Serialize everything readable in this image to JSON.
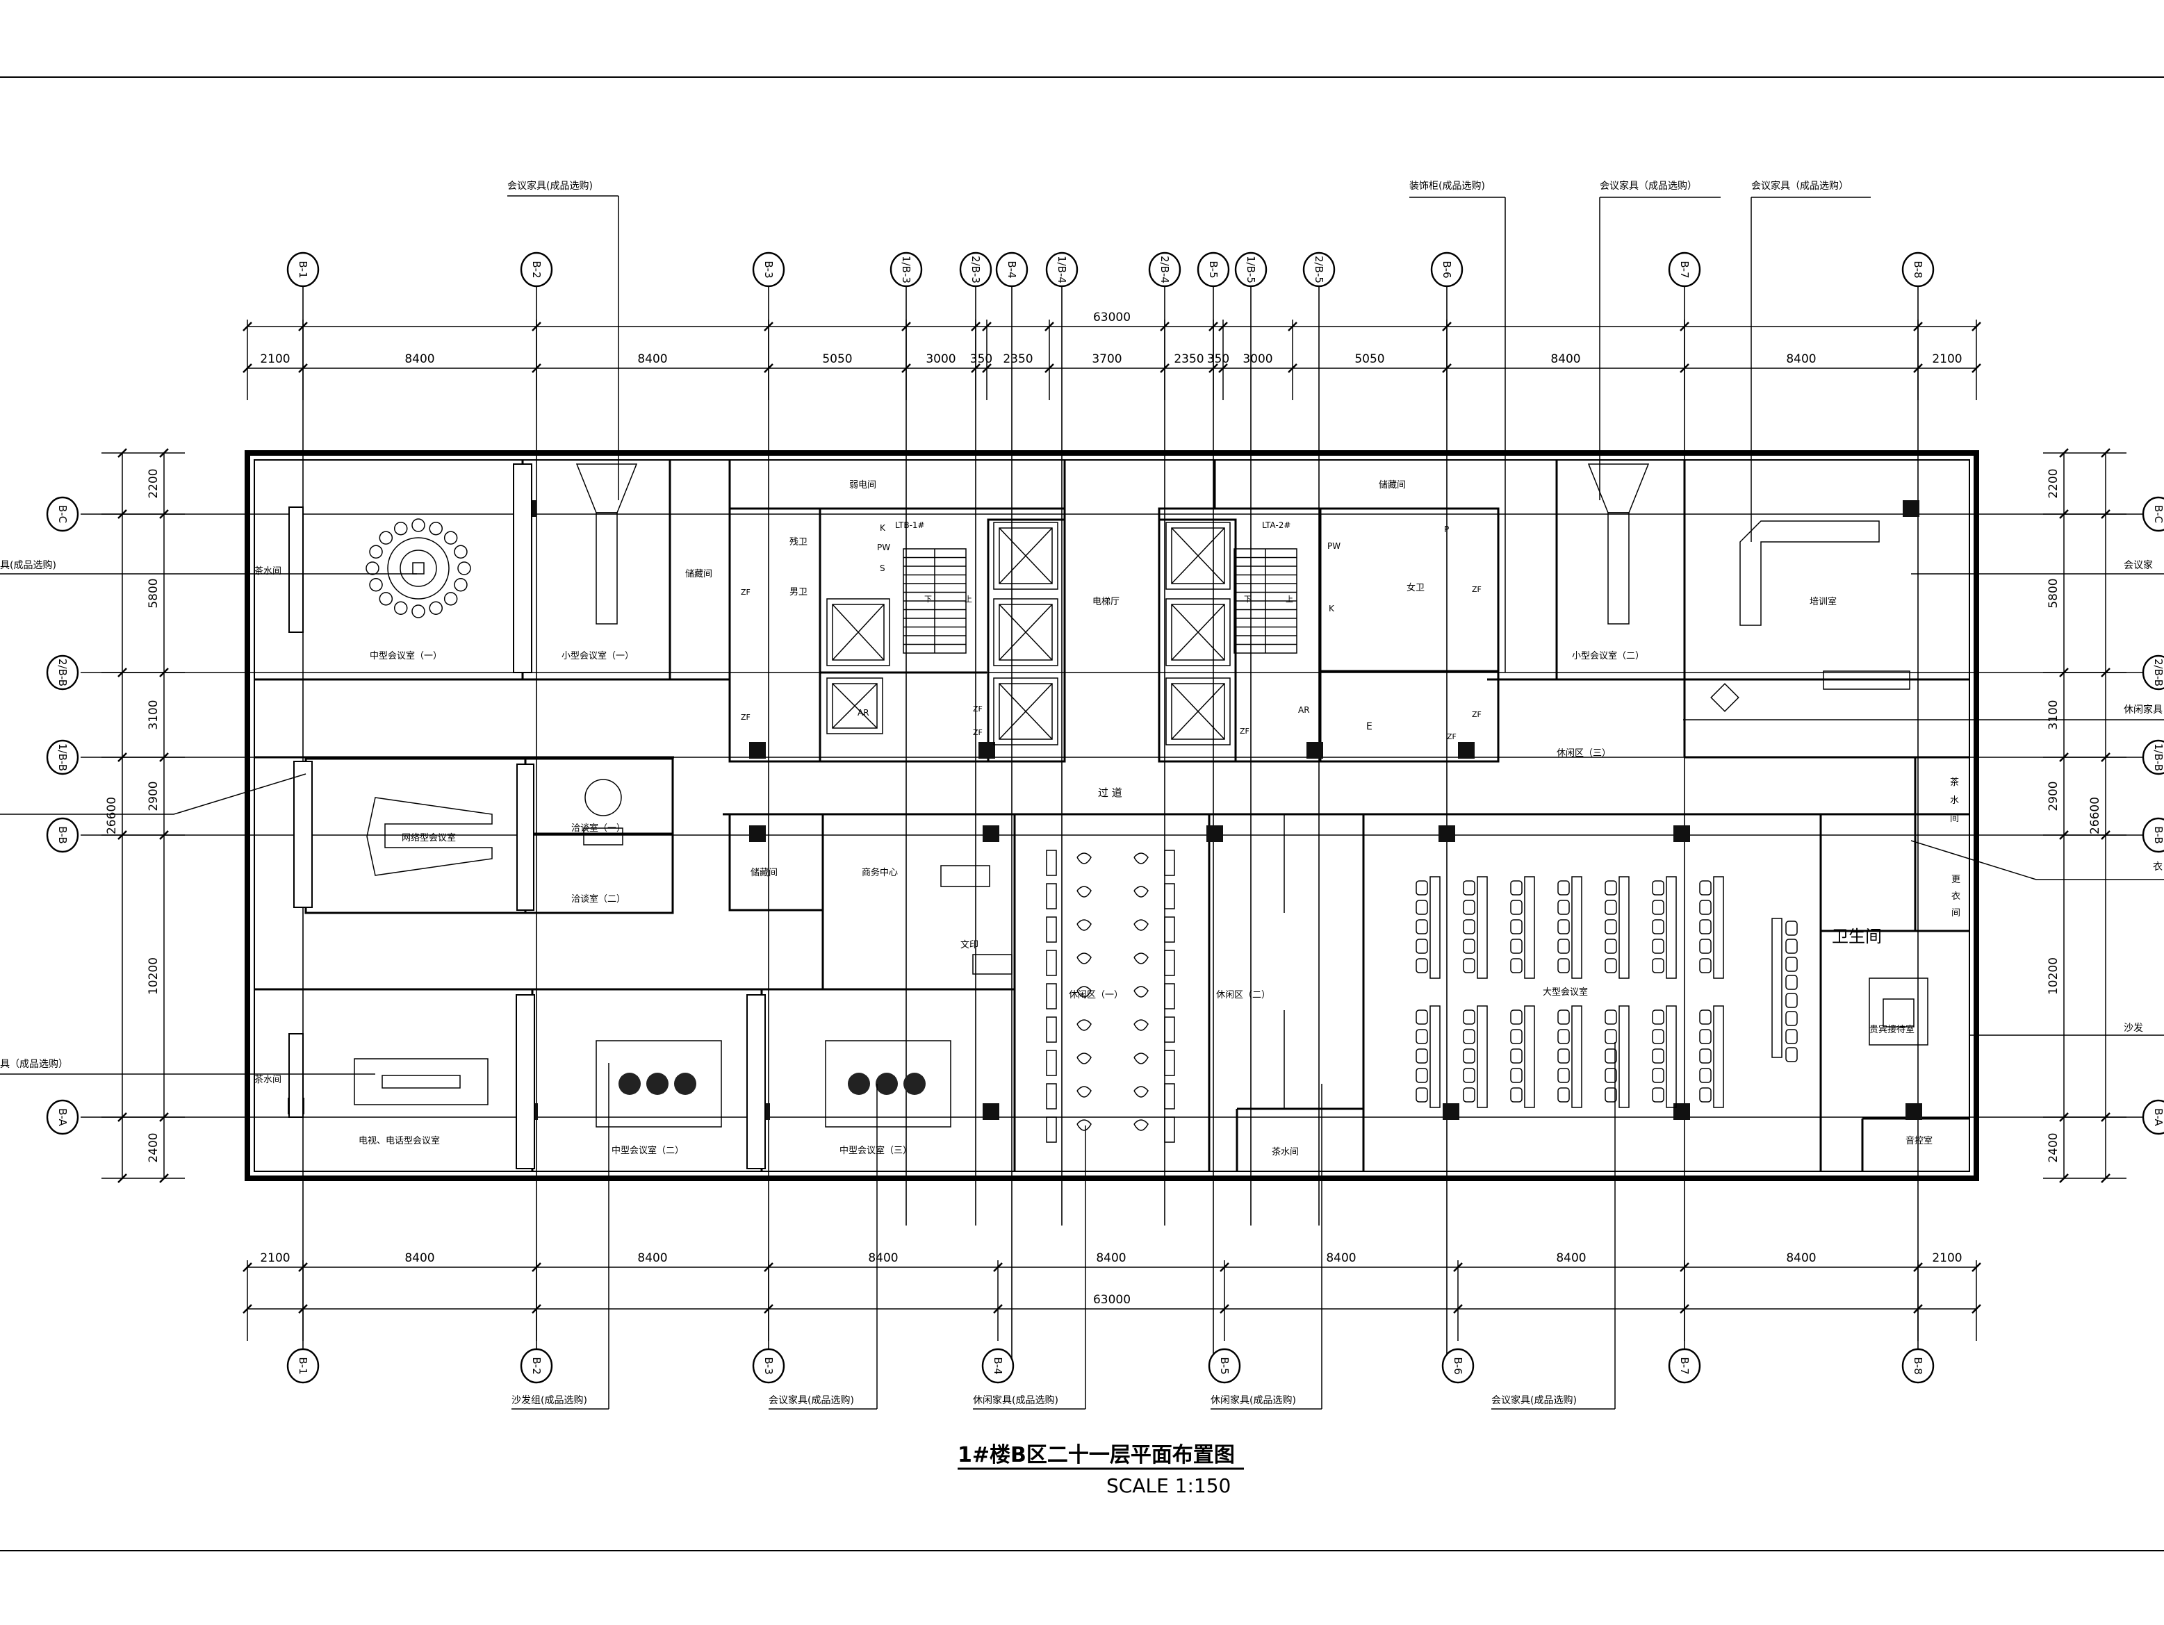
{
  "title": "1#楼B区二十一层平面布置图",
  "scale": "SCALE 1:150",
  "axes_top": [
    "B-1",
    "B-2",
    "B-3",
    "1/B-3",
    "2/B-3",
    "B-4",
    "1/B-4",
    "2/B-4",
    "B-5",
    "1/B-5",
    "2/B-5",
    "B-6",
    "B-7",
    "B-8"
  ],
  "axes_bottom": [
    "B-1",
    "B-2",
    "B-3",
    "B-4",
    "B-5",
    "B-6",
    "B-7",
    "B-8"
  ],
  "axes_side": [
    "B-C",
    "2/B-B",
    "1/B-B",
    "B-B",
    "B-A"
  ],
  "dims_top_total": "63000",
  "dims_top": [
    "2100",
    "8400",
    "8400",
    "5050",
    "3000",
    "350",
    "2350",
    "3700",
    "2350",
    "350",
    "3000",
    "5050",
    "8400",
    "8400",
    "2100"
  ],
  "dims_bottom_total": "63000",
  "dims_bottom": [
    "2100",
    "8400",
    "8400",
    "8400",
    "8400",
    "8400",
    "8400",
    "8400",
    "2100"
  ],
  "dims_left_total": "26600",
  "dims_left": [
    "2200",
    "5800",
    "3100",
    "2900",
    "10200",
    "2400"
  ],
  "dims_right_total": "26600",
  "dims_right": [
    "2200",
    "5800",
    "3100",
    "2900",
    "10200",
    "2400"
  ],
  "callouts_top": [
    "会议家具(成品选购)",
    "装饰柜(成品选购)",
    "会议家具（成品选购）",
    "会议家具（成品选购）"
  ],
  "callouts_bottom": [
    "沙发组(成品选购)",
    "会议家具(成品选购)",
    "休闲家具(成品选购)",
    "休闲家具(成品选购)",
    "会议家具(成品选购)"
  ],
  "callouts_left": [
    "具(成品选购)",
    "具（成品选购）"
  ],
  "callouts_right": [
    "会议家",
    "休闲家具",
    "衣",
    "沙发"
  ],
  "rooms": {
    "tea1": "茶水间",
    "mid_meeting1": "中型会议室（一）",
    "small_meeting1": "小型会议室（一）",
    "storage1": "储藏间",
    "weak_power": "弱电间",
    "accessible_wc": "残卫",
    "men_wc": "男卫",
    "lift_hall": "电梯厅",
    "storage2": "储藏间",
    "women_wc": "女卫",
    "small_meeting2": "小型会议室（二）",
    "training": "培训室",
    "lounge3": "休闲区（三）",
    "corridor": "过  道",
    "network_meeting": "网络型会议室",
    "nego1": "洽谈室（一）",
    "nego2": "洽谈室（二）",
    "storage3": "储藏间",
    "business": "商务中心",
    "print": "文印",
    "lounge1": "休闲区（一）",
    "lounge2": "休闲区（二）",
    "large_meeting": "大型会议室",
    "tea2": "茶水间",
    "tea3": "茶水间",
    "tea_right_1": "茶",
    "tea_right_2": "水",
    "tea_right_3": "间",
    "toilet": "卫生间",
    "changing_1": "更",
    "changing_2": "衣",
    "changing_3": "间",
    "vip": "贵宾接待室",
    "av_room": "音控室",
    "tea4": "茶水间",
    "tv_meeting": "电视、电话型会议室",
    "mid_meeting2": "中型会议室（二）",
    "mid_meeting3": "中型会议室（三）",
    "stair1": "LTB-1#",
    "stair2": "LTA-2#",
    "k1": "K",
    "pw1": "PW",
    "s1": "S",
    "pw2": "PW",
    "p2": "P",
    "k2": "K",
    "ar1": "AR",
    "ar2": "AR",
    "e1": "E",
    "zf1": "ZF",
    "zf2": "ZF",
    "zf3": "ZF",
    "zf4": "ZF",
    "zf5": "ZF",
    "zf6": "ZF",
    "zf7": "ZF",
    "zf8": "ZF",
    "up1": "上",
    "down1": "下",
    "up2": "上",
    "down2": "下"
  }
}
